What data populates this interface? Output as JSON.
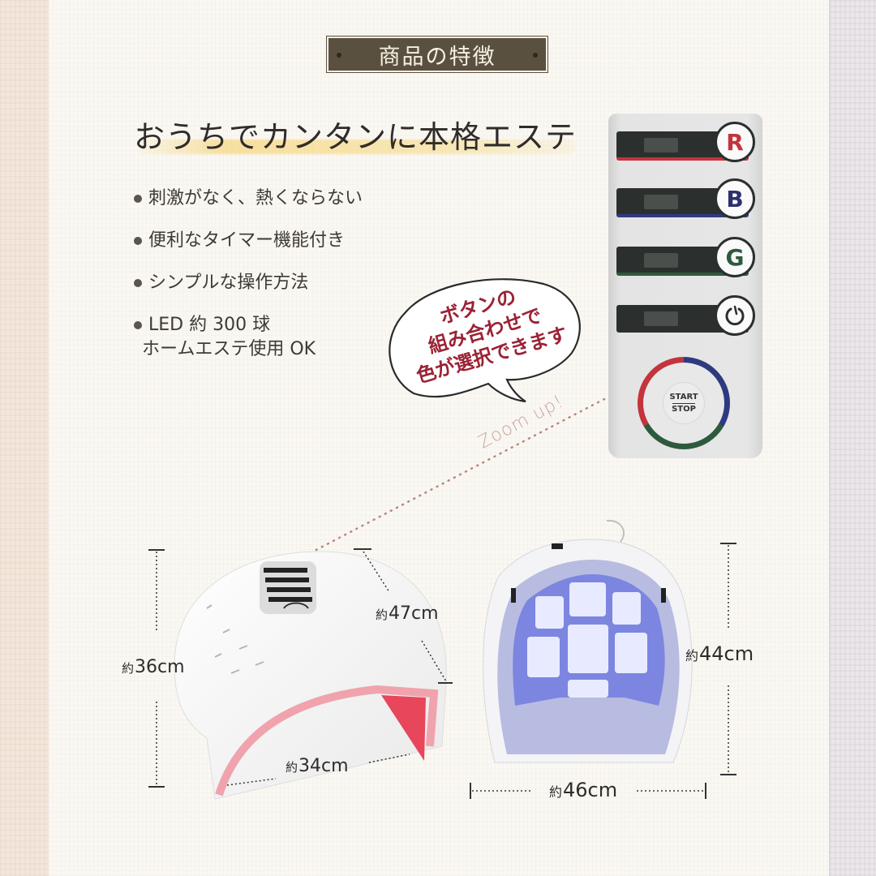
{
  "header": {
    "section_title": "商品の特徴"
  },
  "headline": "おうちでカンタンに本格エステ",
  "features": [
    {
      "text": "刺激がなく、熱くならない"
    },
    {
      "text": "便利なタイマー機能付き"
    },
    {
      "text": "シンプルな操作方法"
    },
    {
      "text": "LED 約 300 球",
      "text2": "ホームエステ使用 OK"
    }
  ],
  "callout": {
    "line1": "ボタンの",
    "line2": "組み合わせで",
    "line3": "色が選択できます",
    "zoom_label": "Zoom up!"
  },
  "control_panel": {
    "buttons": [
      {
        "label": "R",
        "color": "#c3343c",
        "line_color": "#c3343c"
      },
      {
        "label": "B",
        "color": "#2e2f6e",
        "line_color": "#2e3a80"
      },
      {
        "label": "G",
        "color": "#2d5a3d",
        "line_color": "#2d5a3d"
      },
      {
        "label": "timer-icon",
        "color": "#2b2f2d",
        "line_color": "#dcdcdc"
      }
    ],
    "start_line1": "START",
    "start_line2": "STOP"
  },
  "dimensions": {
    "approx_prefix": "約",
    "left_height": "36cm",
    "left_depth": "47cm",
    "left_width": "34cm",
    "right_height": "44cm",
    "right_width": "46cm"
  },
  "colors": {
    "plate_bg": "#5a5040",
    "callout_text": "#9b2235",
    "zoom_label": "#c8a69d",
    "red_light": "#e8465a",
    "blue_light": "#7c86e0"
  }
}
